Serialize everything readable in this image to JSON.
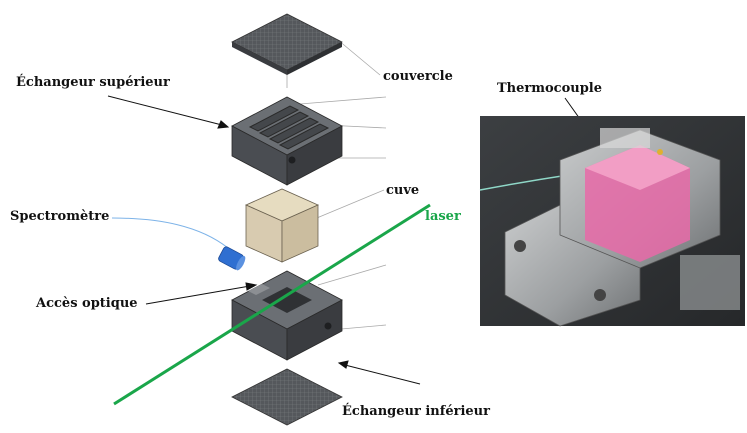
{
  "labels": {
    "couvercle": "couvercle",
    "echangeur_superieur": "Échangeur supérieur",
    "spectrometre": "Spectromètre",
    "cuve": "cuve",
    "laser": "laser",
    "acces_optique": "Accès optique",
    "echangeur_inferieur": "Échangeur inférieur",
    "thermocouple": "Thermocouple"
  },
  "colors": {
    "laser": "#1aa64a",
    "block": "#4a4d52",
    "block_top": "#6b6f74",
    "block_side": "#3a3c40",
    "cuve": "#d9cfb3",
    "spectrometer": "#2f6fd1",
    "fiber": "#7db3e8"
  },
  "photo": {
    "icon": "apparatus-photo",
    "liquid_color": "#e86aa8"
  }
}
